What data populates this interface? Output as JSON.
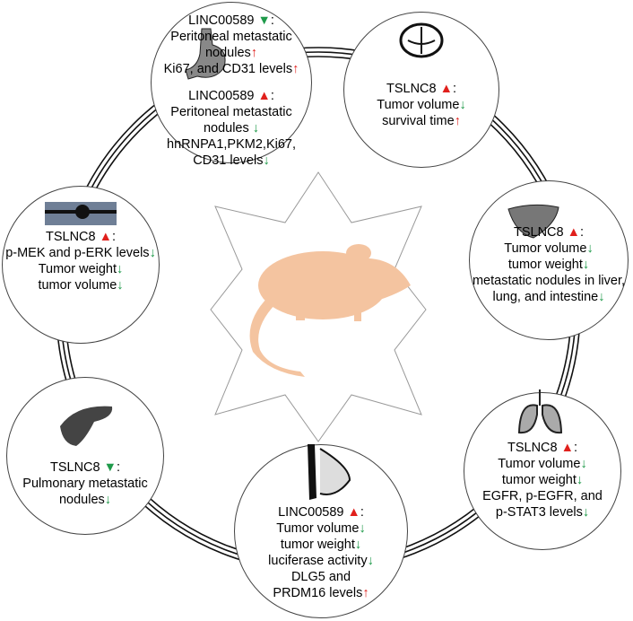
{
  "colors": {
    "up": "#e0201c",
    "down": "#1f9a4a",
    "mouse": "#f4c4a0",
    "ring": "#111"
  },
  "nodes": [
    {
      "id": "stomach",
      "organ": "stomach-icon",
      "blocks": [
        [
          {
            "t": "LINC00589 ",
            "m": "▼",
            "mc": "tri-down",
            "s": ":"
          },
          {
            "t": "Peritoneal metastatic"
          },
          {
            "t": "nodules",
            "m": "↑",
            "mc": "up"
          },
          {
            "t": "Ki67, and CD31 levels",
            "m": "↑",
            "mc": "up"
          }
        ],
        [
          {
            "t": "LINC00589 ",
            "m": "▲",
            "mc": "tri-up",
            "s": ":"
          },
          {
            "t": "Peritoneal metastatic"
          },
          {
            "t": "nodules ",
            "m": "↓",
            "mc": "down"
          },
          {
            "t": "hnRNPA1,PKM2,Ki67,"
          },
          {
            "t": "CD31 levels",
            "m": "↓",
            "mc": "down"
          }
        ]
      ]
    },
    {
      "id": "brain",
      "organ": "brain-icon",
      "blocks": [
        [
          {
            "t": "TSLNC8 ",
            "m": "▲",
            "mc": "tri-up",
            "s": ":"
          },
          {
            "t": "Tumor volume",
            "m": "↓",
            "mc": "down"
          },
          {
            "t": "survival time",
            "m": "↑",
            "mc": "up"
          }
        ]
      ]
    },
    {
      "id": "liver",
      "organ": "liver-icon",
      "blocks": [
        [
          {
            "t": "TSLNC8 ",
            "m": "▲",
            "mc": "tri-up",
            "s": ":"
          },
          {
            "t": "Tumor volume",
            "m": "↓",
            "mc": "down"
          },
          {
            "t": "tumor weight",
            "m": "↓",
            "mc": "down"
          },
          {
            "t": "metastatic nodules in liver,"
          },
          {
            "t": "lung, and intestine",
            "m": "↓",
            "mc": "down"
          }
        ]
      ]
    },
    {
      "id": "lung",
      "organ": "lung-icon",
      "blocks": [
        [
          {
            "t": "TSLNC8 ",
            "m": "▲",
            "mc": "tri-up",
            "s": ":"
          },
          {
            "t": "Tumor volume",
            "m": "↓",
            "mc": "down"
          },
          {
            "t": "tumor weight",
            "m": "↓",
            "mc": "down"
          },
          {
            "t": "EGFR, p-EGFR, and"
          },
          {
            "t": "p-STAT3 levels",
            "m": "↓",
            "mc": "down"
          }
        ]
      ]
    },
    {
      "id": "breast",
      "organ": "breast-icon",
      "blocks": [
        [
          {
            "t": "LINC00589 ",
            "m": "▲",
            "mc": "tri-up",
            "s": ":"
          },
          {
            "t": "Tumor volume",
            "m": "↓",
            "mc": "down"
          },
          {
            "t": "tumor weight",
            "m": "↓",
            "mc": "down"
          },
          {
            "t": "luciferase activity",
            "m": "↓",
            "mc": "down"
          },
          {
            "t": "DLG5 and"
          },
          {
            "t": "PRDM16 levels",
            "m": "↑",
            "mc": "up"
          }
        ]
      ]
    },
    {
      "id": "pancreas",
      "organ": "pancreas-icon",
      "blocks": [
        [
          {
            "t": "TSLNC8 ",
            "m": "▼",
            "mc": "tri-down",
            "s": ":"
          },
          {
            "t": "Pulmonary metastatic"
          },
          {
            "t": "nodules",
            "m": "↓",
            "mc": "down"
          }
        ]
      ]
    },
    {
      "id": "esophagus",
      "organ": "esophagus-icon",
      "blocks": [
        [
          {
            "t": "TSLNC8 ",
            "m": "▲",
            "mc": "tri-up",
            "s": ":"
          },
          {
            "t": "p-MEK and p-ERK levels",
            "m": "↓",
            "mc": "down"
          },
          {
            "t": "Tumor weight",
            "m": "↓",
            "mc": "down"
          },
          {
            "t": "tumor volume",
            "m": "↓",
            "mc": "down"
          }
        ]
      ]
    }
  ]
}
